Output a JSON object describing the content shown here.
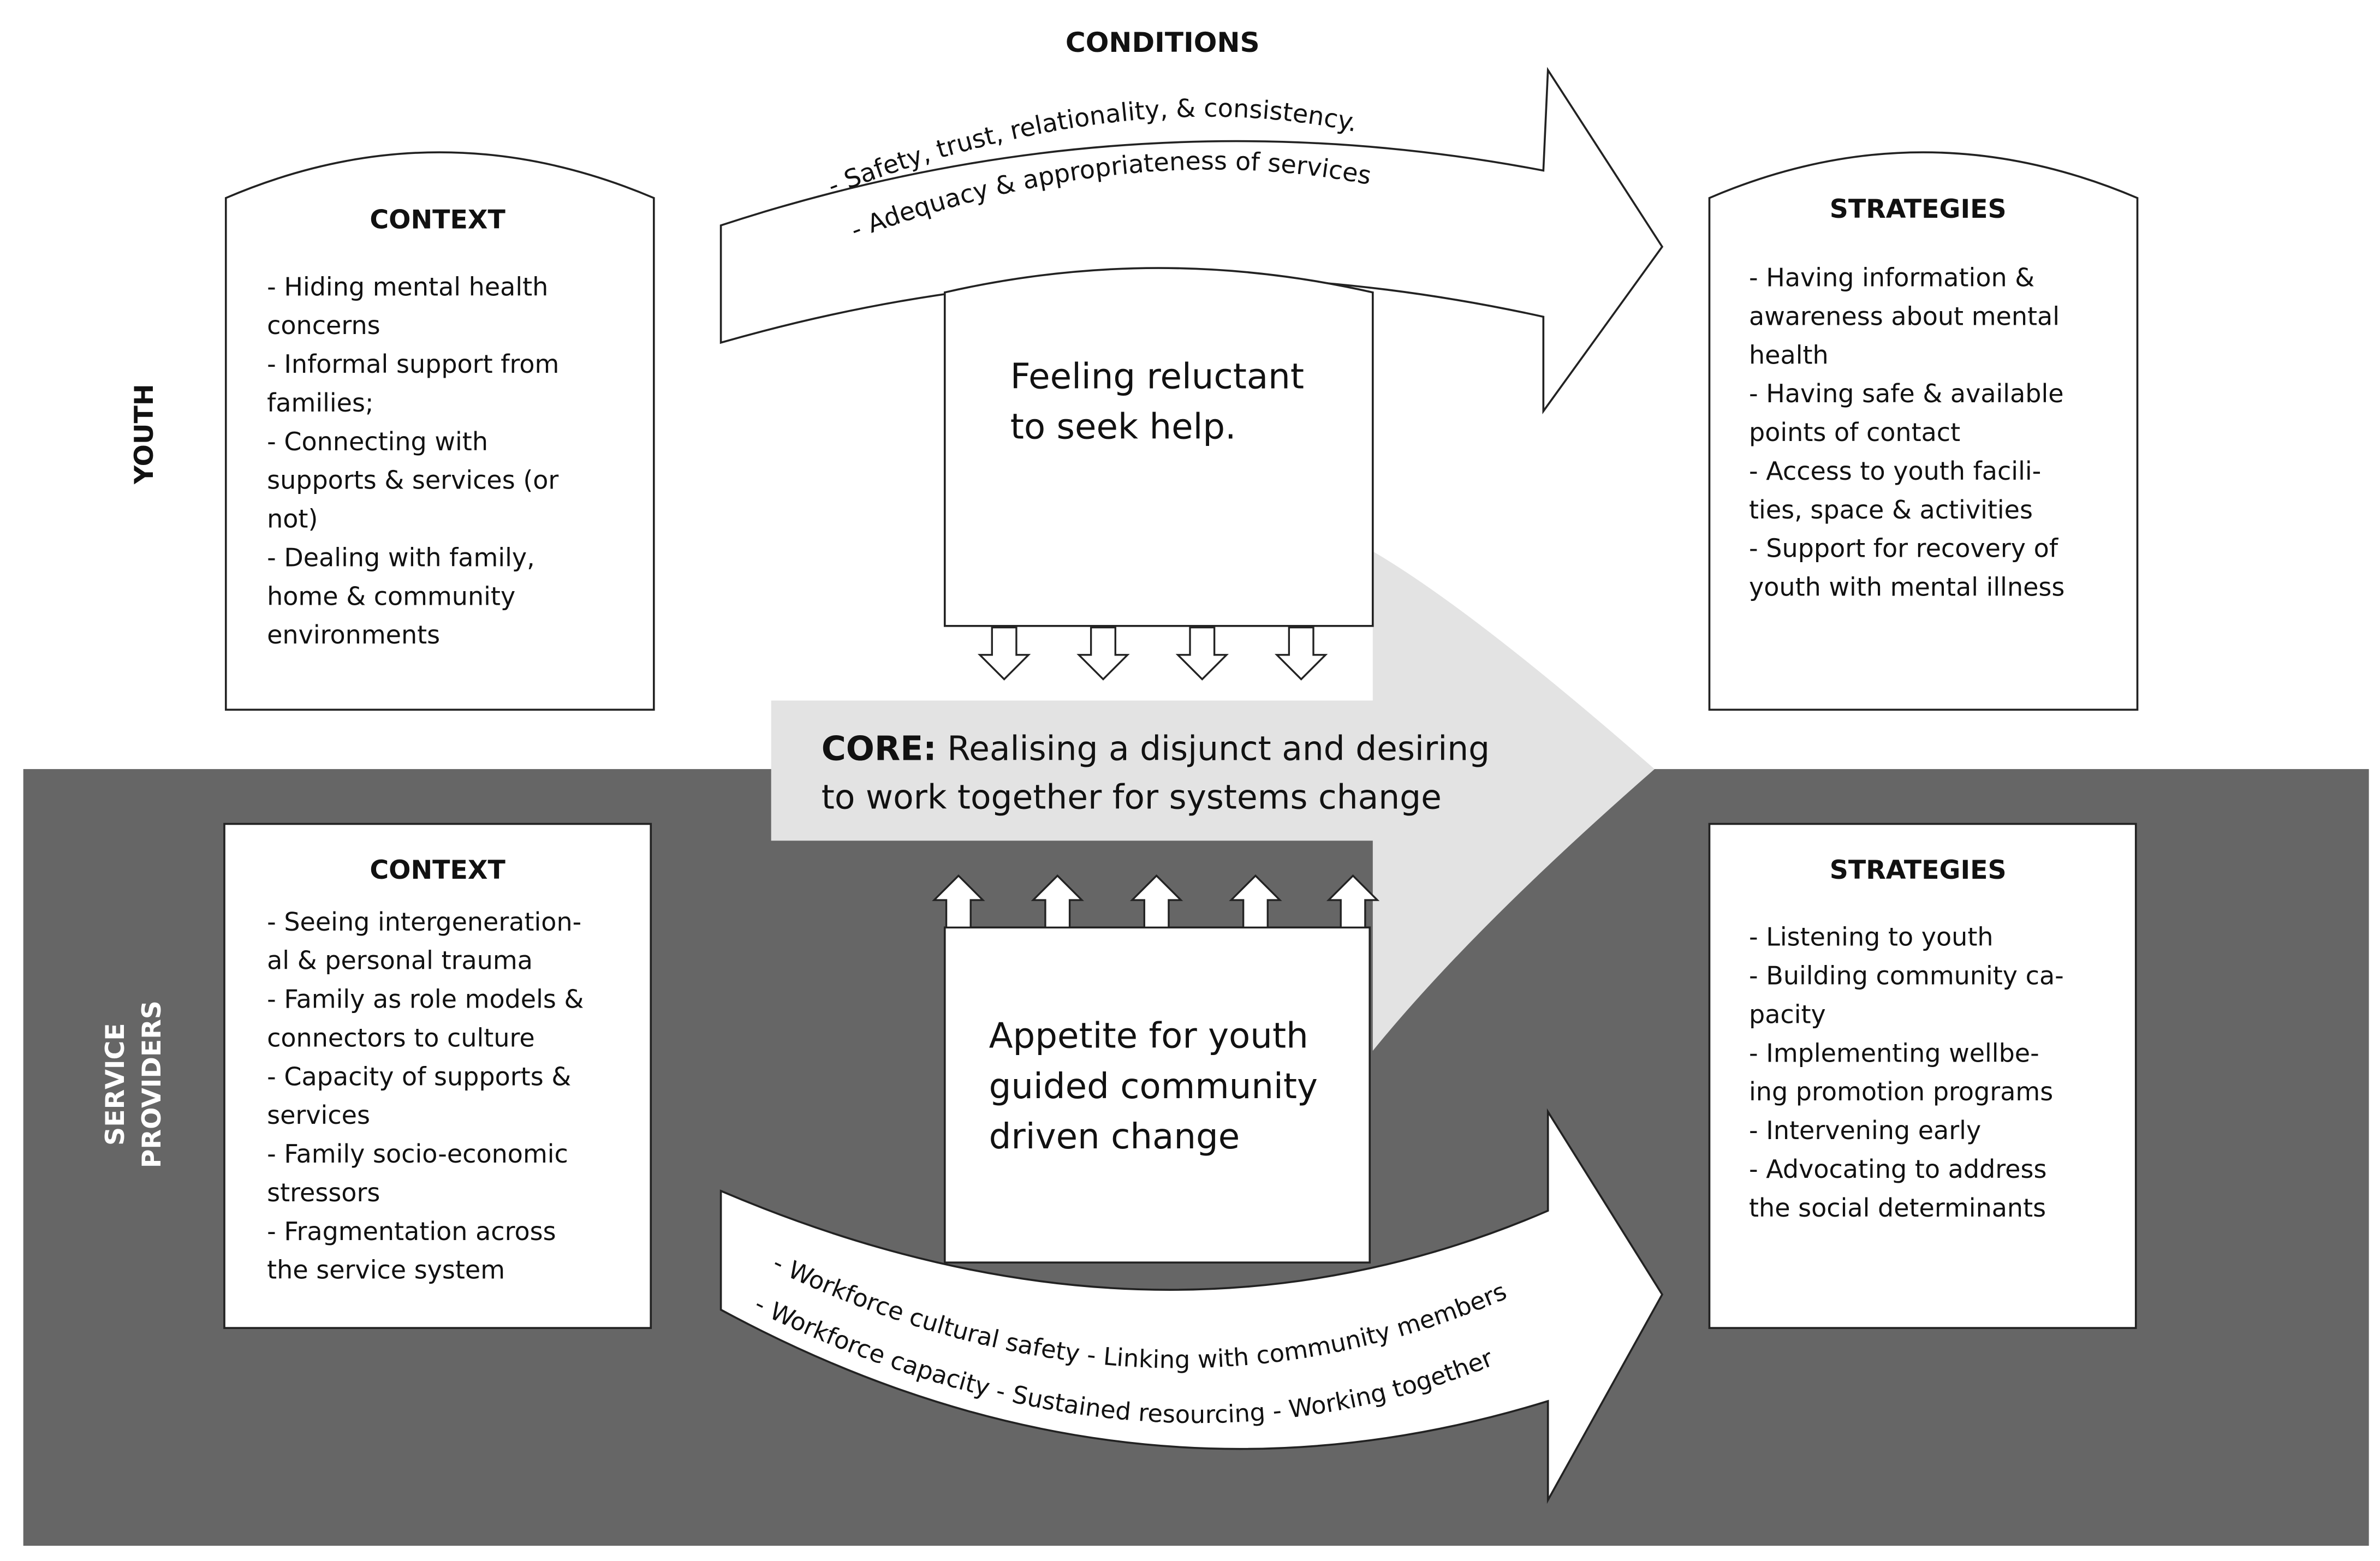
{
  "side_labels": {
    "youth": "YOUTH",
    "service_providers": [
      "SERVICE",
      "PROVIDERS"
    ]
  },
  "top_conditions": {
    "title": "CONDITIONS",
    "line1": "- Safety, trust, relationality, & consistency.",
    "line2": "- Adequacy & appropriateness of services"
  },
  "bottom_conditions": {
    "title": "CONDITIONS",
    "line1": "- Workforce cultural safety - Linking with community members",
    "line2": "- Workforce capacity - Sustained resourcing - Working together"
  },
  "youth_context": {
    "title": "CONTEXT",
    "lines": [
      "- Hiding mental health",
      "concerns",
      "- Informal support from",
      "families;",
      "- Connecting with",
      "supports & services (or",
      "not)",
      "- Dealing with family,",
      "home & community",
      "environments"
    ]
  },
  "youth_strategies": {
    "title": "STRATEGIES",
    "lines": [
      "- Having information &",
      "awareness about mental",
      "health",
      "- Having safe & available",
      "points of contact",
      "- Access to youth facili-",
      "ties, space & activities",
      "- Support for recovery of",
      "youth with mental illness"
    ]
  },
  "provider_context": {
    "title": "CONTEXT",
    "lines": [
      "- Seeing intergeneration-",
      "al & personal trauma",
      "- Family as role models &",
      "connectors to culture",
      "- Capacity of supports &",
      "services",
      "- Family socio-economic",
      "stressors",
      "- Fragmentation across",
      "the service system"
    ]
  },
  "provider_strategies": {
    "title": "STRATEGIES",
    "lines": [
      "- Listening to youth",
      "- Building community ca-",
      "pacity",
      "- Implementing wellbe-",
      "ing promotion programs",
      "- Intervening early",
      "- Advocating to address",
      "the social determinants"
    ]
  },
  "youth_box": {
    "lines": [
      "Feeling reluctant",
      "to seek help."
    ]
  },
  "provider_box": {
    "lines": [
      "Appetite for youth",
      "guided community",
      "driven change"
    ]
  },
  "core": {
    "label": "CORE:",
    "line1": " Realising a disjunct and desiring",
    "line2": "to work together for systems change"
  },
  "colors": {
    "band": "#666666",
    "core_arrow": "#e3e3e3",
    "box_fill": "#ffffff",
    "stroke": "#222222",
    "text_dark": "#111111",
    "text_light": "#ffffff"
  }
}
